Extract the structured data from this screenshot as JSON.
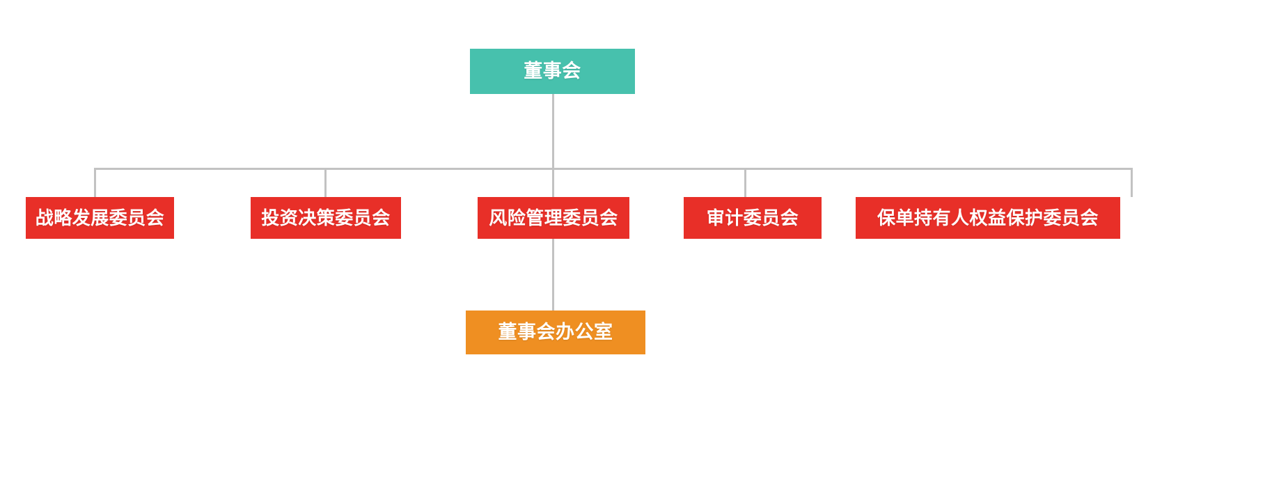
{
  "chart": {
    "type": "org-chart",
    "title": "",
    "background_color": "#ffffff",
    "connector_color": "#c2c2c2",
    "levels": [
      {
        "level": 1,
        "nodes": [
          {
            "id": "board",
            "label": "董事会",
            "color": "#47c1ad",
            "role": "root"
          }
        ]
      },
      {
        "level": 2,
        "nodes": [
          {
            "id": "strategy",
            "label": "战略发展委员会",
            "color": "#e82f28",
            "role": "committee"
          },
          {
            "id": "investment",
            "label": "投资决策委员会",
            "color": "#e82f28",
            "role": "committee"
          },
          {
            "id": "risk",
            "label": "风险管理委员会",
            "color": "#e82f28",
            "role": "committee"
          },
          {
            "id": "audit",
            "label": "审计委员会",
            "color": "#e82f28",
            "role": "committee"
          },
          {
            "id": "policyholder",
            "label": "保单持有人权益保护委员会",
            "color": "#e82f28",
            "role": "committee"
          }
        ]
      },
      {
        "level": 3,
        "nodes": [
          {
            "id": "board-office",
            "label": "董事会办公室",
            "color": "#ef8f22",
            "role": "office"
          }
        ]
      }
    ],
    "edges": [
      {
        "from": "board",
        "to": "strategy"
      },
      {
        "from": "board",
        "to": "investment"
      },
      {
        "from": "board",
        "to": "risk"
      },
      {
        "from": "board",
        "to": "audit"
      },
      {
        "from": "board",
        "to": "policyholder"
      },
      {
        "from": "board",
        "to": "board-office"
      }
    ]
  },
  "nodes": {
    "board": {
      "label": "董事会"
    },
    "strategy": {
      "label": "战略发展委员会"
    },
    "investment": {
      "label": "投资决策委员会"
    },
    "risk": {
      "label": "风险管理委员会"
    },
    "audit": {
      "label": "审计委员会"
    },
    "policyholder": {
      "label": "保单持有人权益保护委员会"
    },
    "office": {
      "label": "董事会办公室"
    }
  },
  "colors": {
    "root": "#47c1ad",
    "committee": "#e82f28",
    "office": "#ef8f22",
    "connector": "#c2c2c2",
    "text": "#ffffff",
    "background": "#ffffff"
  }
}
